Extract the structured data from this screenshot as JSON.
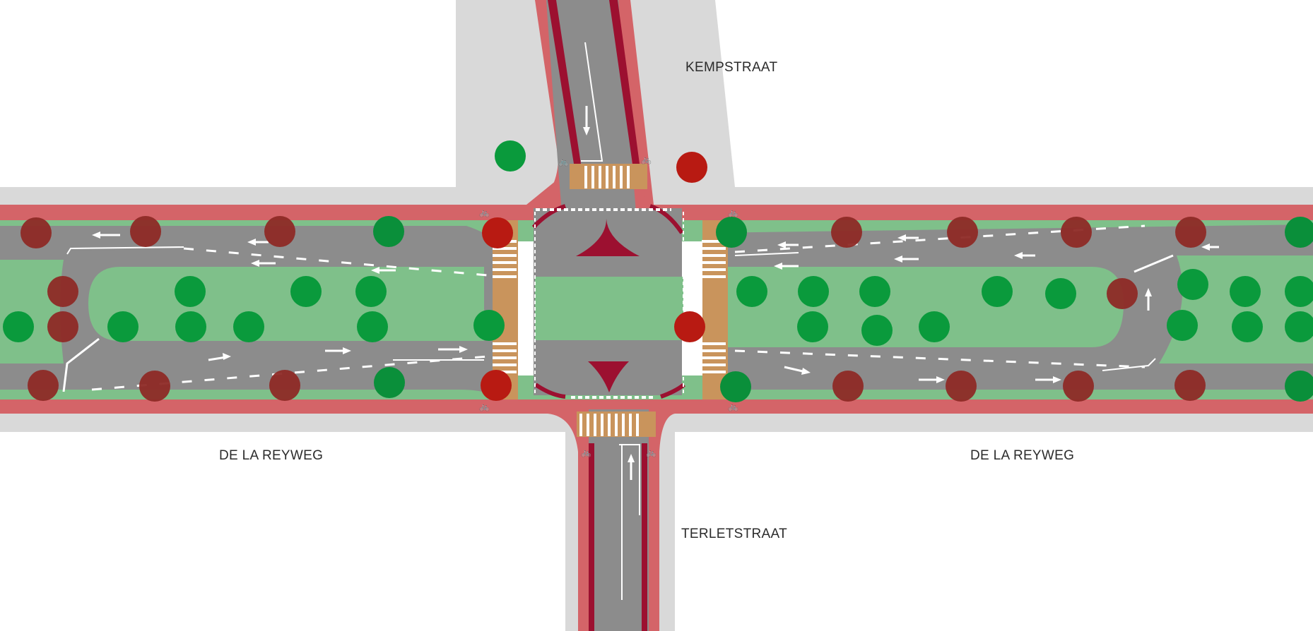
{
  "street_labels": {
    "north": "KEMPSTRAAT",
    "west": "DE LA REYWEG",
    "east": "DE LA REYWEG",
    "south": "TERLETSTRAAT"
  },
  "legend_colors": {
    "existing_tree": "#0a9a3c",
    "removed_tree": "#a0201a",
    "cycle_lane": "#d46468",
    "bike_lane_edge": "#9c1030",
    "sidewalk": "#d9d9d9",
    "green_verge": "#7fc08a",
    "roadway": "#8c8c8c",
    "crossing_paving": "#c9945c"
  },
  "icons": [
    "bicycle-icon",
    "arrow-icon",
    "tree-icon"
  ]
}
